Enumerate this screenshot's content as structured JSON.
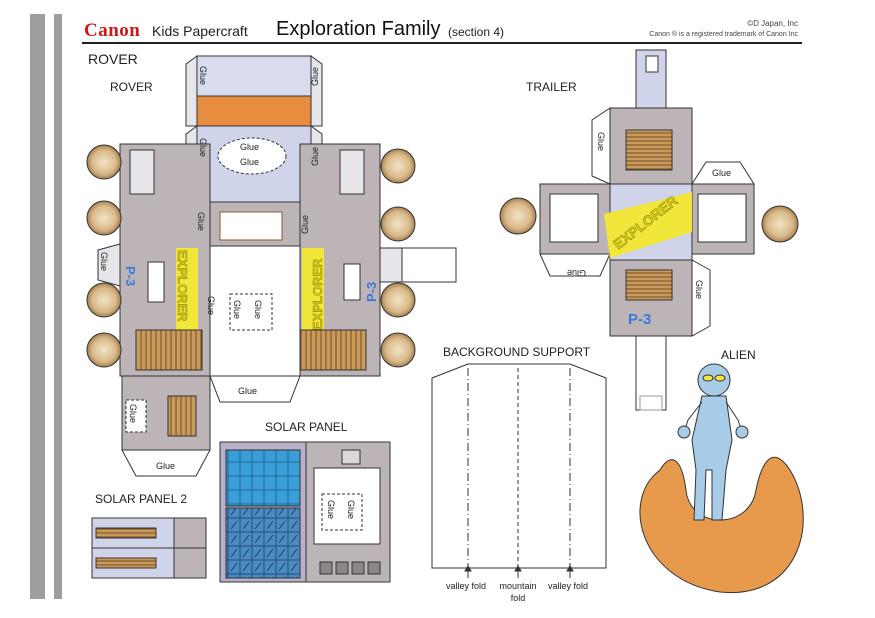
{
  "header": {
    "brand": "Canon",
    "subtitle": "Kids Papercraft",
    "title": "Exploration Family",
    "section": "(section 4)",
    "copyright_line1": "©D Japan, Inc",
    "copyright_line2": "Canon ® is a registered trademark of Canon Inc"
  },
  "sections": {
    "main": "ROVER",
    "rover": "ROVER",
    "trailer": "TRAILER",
    "solar_panel": "SOLAR PANEL",
    "solar_panel_2": "SOLAR PANEL 2",
    "background_support": "BACKGROUND SUPPORT",
    "alien": "ALIEN"
  },
  "parts": {
    "glue": "Glue",
    "explorer": "EXPLORER",
    "p3": "P-3"
  },
  "folds": {
    "valley": "valley fold",
    "mountain_line1": "mountain",
    "mountain_line2": "fold"
  },
  "colors": {
    "canon_red": "#cc1a1a",
    "rover_gray": "#bdb4b8",
    "rover_blue": "#d0d4ea",
    "wood": "#c89a5c",
    "yellow": "#f2e63a",
    "orange": "#e88c40",
    "solar_blue": "#3a9ed8",
    "alien_blue": "#a8cbe8",
    "ground_orange": "#e89a4c"
  }
}
